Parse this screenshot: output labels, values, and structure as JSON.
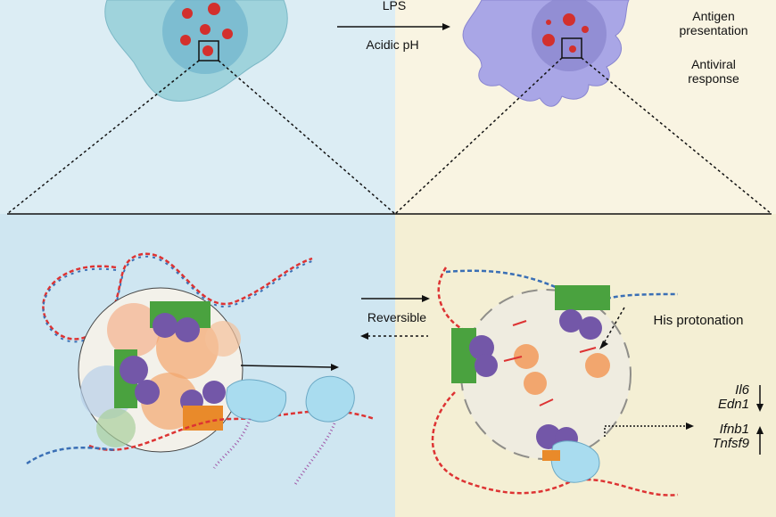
{
  "top": {
    "stimulus_1": "LPS",
    "stimulus_2": "Acidic pH",
    "outcome_1_line1": "Antigen",
    "outcome_1_line2": "presentation",
    "outcome_2_line1": "Antiviral",
    "outcome_2_line2": "response"
  },
  "bottom": {
    "reversible": "Reversible",
    "his_protonation": "His protonation",
    "down_genes": [
      "Il6",
      "Edn1"
    ],
    "up_genes": [
      "Ifnb1",
      "Tnfsf9"
    ]
  },
  "colors": {
    "top_left_bg": "#dcedf4",
    "top_right_bg": "#f9f4e2",
    "bottom_left_bg": "#cfe6f1",
    "bottom_right_bg": "#f4efd4",
    "cell_resting": "#9fd3dc",
    "cell_activated": "#a9a6e6",
    "histone": "#7357a8",
    "green_block": "#4aa23f",
    "orange": "#e98a2a",
    "polymerase": "#a9dcef"
  }
}
